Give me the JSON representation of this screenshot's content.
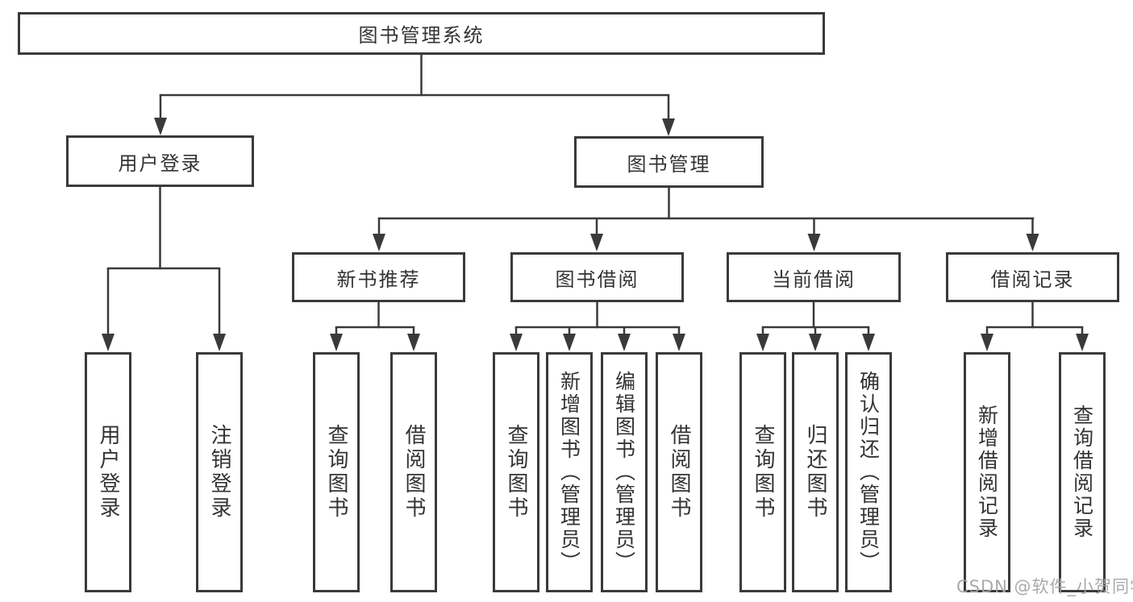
{
  "diagram": {
    "root": {
      "label": "图书管理系统"
    },
    "branches": [
      {
        "label": "用户登录",
        "leaves": [
          "用户登录",
          "注销登录"
        ]
      },
      {
        "label": "图书管理",
        "children": [
          {
            "label": "新书推荐",
            "leaves": [
              "查询图书",
              "借阅图书"
            ]
          },
          {
            "label": "图书借阅",
            "leaves": [
              "查询图书",
              "新增图书（管理员）",
              "编辑图书（管理员）",
              "借阅图书"
            ]
          },
          {
            "label": "当前借阅",
            "leaves": [
              "查询图书",
              "归还图书",
              "确认归还（管理员）"
            ]
          },
          {
            "label": "借阅记录",
            "leaves": [
              "新增借阅记录",
              "查询借阅记录"
            ]
          }
        ]
      }
    ],
    "watermark": "CSDN @软件_小贺同学",
    "colors": {
      "line": "#3a3a3a",
      "text": "#333333",
      "background": "#ffffff",
      "watermark": "#a5a5a5"
    }
  }
}
